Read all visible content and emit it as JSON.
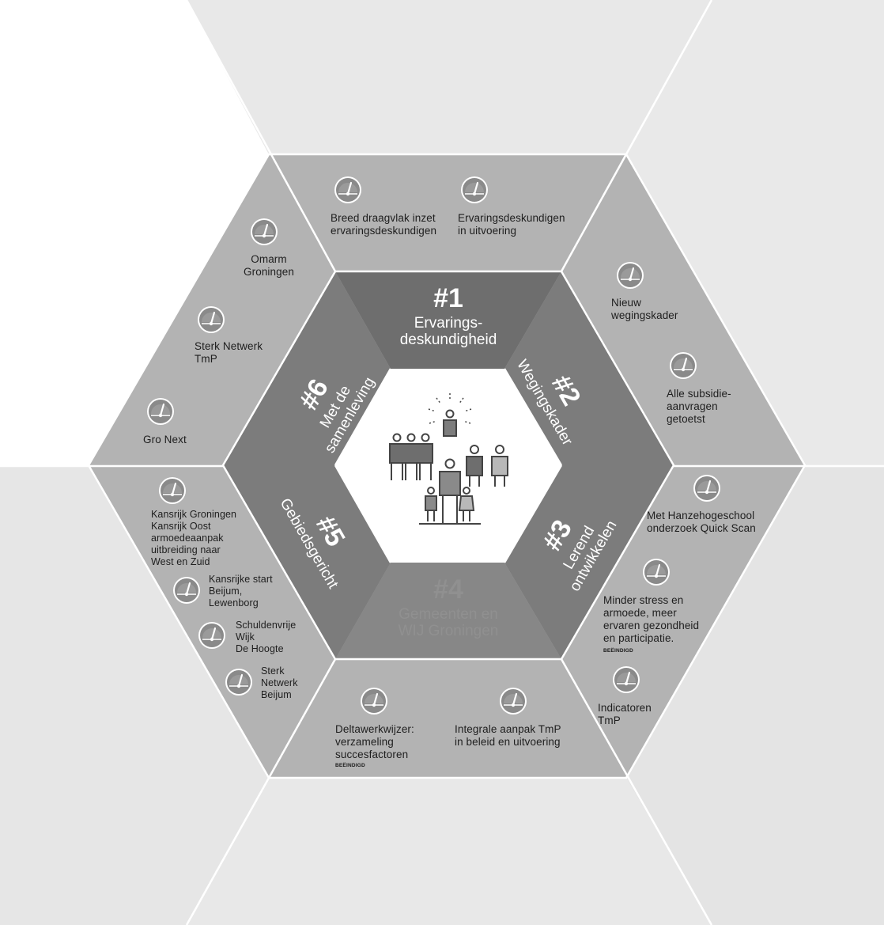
{
  "colors": {
    "background_light": "#ececec",
    "background_corner": "#ebebeb",
    "outer_ring": "#b3b3b3",
    "inner_segment": "#7f7f7f",
    "inner_segment_top": "#6d6d6d",
    "inner_segment_bottom": "#868686",
    "center": "#ffffff",
    "separator": "#ffffff",
    "gauge_face": "#8a8a8a",
    "text": "#1e1e1e"
  },
  "segments": [
    {
      "number": "#1",
      "name": "Ervarings-\ndeskundigheid"
    },
    {
      "number": "#2",
      "name": "Wegingskader"
    },
    {
      "number": "#3",
      "name": "Lerend\nontwikkelen"
    },
    {
      "number": "#4",
      "name": "Gemeenten en\nWIJ Groningen"
    },
    {
      "number": "#5",
      "name": "Gebiedsgericht"
    },
    {
      "number": "#6",
      "name": "Met de\nsamenleving"
    }
  ],
  "center_icon": "people-group-icon",
  "gauge_icon": "gauge-icon",
  "items": {
    "top": [
      {
        "label": "Breed draagvlak inzet\nervaringsdeskundigen"
      },
      {
        "label": "Ervaringsdeskundigen\nin uitvoering"
      }
    ],
    "upper_right": [
      {
        "label": "Nieuw\nwegingskader"
      },
      {
        "label": "Alle subsidie-\naanvragen\ngetoetst"
      }
    ],
    "lower_right": [
      {
        "label": "Met Hanzehogeschool\nonderzoek Quick Scan"
      },
      {
        "label": "Minder stress en\narmoede, meer\nervaren gezondheid\nen participatie.",
        "status": "BEËINDIGD"
      },
      {
        "label": "Indicatoren\nTmP"
      }
    ],
    "bottom": [
      {
        "label": "Deltawerkwijzer:\nverzameling\nsuccesfactoren",
        "status": "BEËINDIGD"
      },
      {
        "label": "Integrale aanpak TmP\nin beleid en uitvoering"
      }
    ],
    "lower_left": [
      {
        "label": "Kansrijk Groningen\nKansrijk Oost\narmoedeaanpak\nuitbreiding naar\nWest en Zuid"
      },
      {
        "label": "Kansrijke start\nBeijum,\nLewenborg"
      },
      {
        "label": "Schuldenvrije\nWijk\nDe Hoogte"
      },
      {
        "label": "Sterk\nNetwerk\nBeijum"
      }
    ],
    "upper_left": [
      {
        "label": "Omarm\nGroningen"
      },
      {
        "label": "Sterk Netwerk\nTmP"
      },
      {
        "label": "Gro Next"
      }
    ]
  }
}
